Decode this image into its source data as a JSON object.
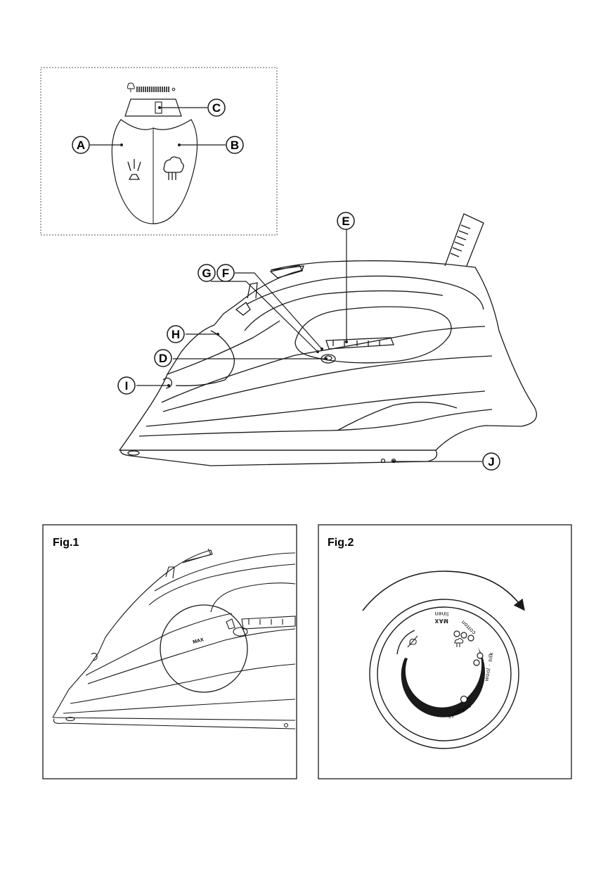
{
  "callouts": {
    "a": "A",
    "b": "B",
    "c": "C",
    "d": "D",
    "e": "E",
    "f": "F",
    "g": "G",
    "h": "H",
    "i": "I",
    "j": "J"
  },
  "figures": {
    "fig1": {
      "title": "Fig.1",
      "max_label": "MAX"
    },
    "fig2": {
      "title": "Fig.2",
      "dial_labels": {
        "max": "MAX",
        "linen": "linen",
        "cotton": "cotton",
        "wool_silk": "wool · silk",
        "synthetic": "synthetic"
      }
    }
  },
  "icons": {
    "spray": "spray-icon",
    "burst_steam": "steam-burst-icon",
    "steam_scale": "steam-level-scale-icon",
    "dial_arrow": "rotation-arrow-icon",
    "no_steam": "no-steam-icon",
    "steam": "steam-icon"
  },
  "colors": {
    "ink": "#1a1a1a",
    "background": "#ffffff"
  }
}
